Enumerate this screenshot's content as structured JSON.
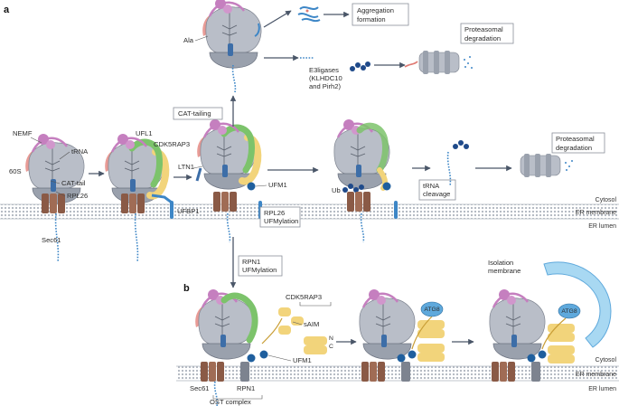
{
  "colors": {
    "ribosome_large": "#b9bec8",
    "ribosome_small": "#9aa1ad",
    "nemf": "#c57fbf",
    "ufl1": "#7cc36b",
    "cdk5rap3": "#f2d47b",
    "ufbp1": "#3d86c6",
    "sec61": "#8a5a46",
    "atg8": "#5fa9dc",
    "membrane": "#c7ccd4",
    "cat_tail": "#e07a73",
    "ufm1": "#1f5f9e"
  },
  "panel_a": {
    "label": "a",
    "nemf": "NEMF",
    "trna": "tRNA",
    "s60": "60S",
    "cat_tail": "CAT-tail",
    "rpl26": "RPL26",
    "sec61": "Sec61",
    "ufl1": "UFL1",
    "cdk5rap3": "CDK5RAP3",
    "ufbp1": "UFBP1",
    "ltn1": "LTN1",
    "ufm1": "UFM1",
    "rpl26_ufmylation_1": "RPL26",
    "rpl26_ufmylation_2": "UFMylation",
    "ala": "Ala",
    "cat_tailing": "CAT-tailing",
    "aggregation_1": "Aggregation",
    "aggregation_2": "formation",
    "e3_1": "E3ligases",
    "e3_2": "(KLHDC10",
    "e3_3": "and Pirh2)",
    "proteasomal_top_1": "Proteasomal",
    "proteasomal_top_2": "degradation",
    "ub": "Ub",
    "trna_cleavage_1": "tRNA",
    "trna_cleavage_2": "cleavage",
    "proteasomal_mid_1": "Proteasomal",
    "proteasomal_mid_2": "degradation",
    "cytosol": "Cytosol",
    "er_membrane": "ER membrane",
    "er_lumen": "ER lumen",
    "rpn1_1": "RPN1",
    "rpn1_2": "UFMylation"
  },
  "panel_b": {
    "label": "b",
    "cdk5rap3": "CDK5RAP3",
    "saim": "sAIM",
    "n": "N",
    "c": "C",
    "ufm1": "UFM1",
    "sec61": "Sec61",
    "rpn1": "RPN1",
    "ost": "OST complex",
    "atg8_1": "ATG8",
    "atg8_2": "ATG8",
    "isolation_1": "Isolation",
    "isolation_2": "membrane",
    "cytosol": "Cytosol",
    "er_membrane": "ER membrane",
    "er_lumen": "ER lumen"
  }
}
